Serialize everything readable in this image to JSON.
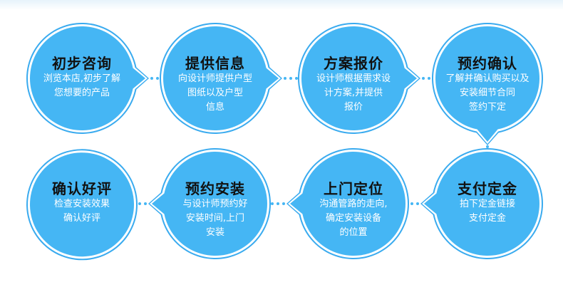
{
  "colors": {
    "fill": "#45b6f4",
    "ring": "#3aabef",
    "dots": "#45b6f4"
  },
  "steps": [
    {
      "title": "初步咨询",
      "lines": [
        "浏览本店,初步了解",
        "您想要的产品"
      ]
    },
    {
      "title": "提供信息",
      "lines": [
        "向设计师提供户型",
        "图纸以及户型",
        "信息"
      ]
    },
    {
      "title": "方案报价",
      "lines": [
        "设计师根据需求设",
        "计方案,并提供",
        "报价"
      ]
    },
    {
      "title": "预约确认",
      "lines": [
        "了解并确认购买以及",
        "安装细节合同",
        "签约下定"
      ]
    },
    {
      "title": "支付定金",
      "lines": [
        "拍下定金链接",
        "支付定金"
      ]
    },
    {
      "title": "上门定位",
      "lines": [
        "沟通管路的走向,",
        "确定安装设备",
        "的位置"
      ]
    },
    {
      "title": "预约安装",
      "lines": [
        "与设计师预约好",
        "安装时间,上门",
        "安装"
      ]
    },
    {
      "title": "确认好评",
      "lines": [
        "检查安装效果",
        "确认好评"
      ]
    }
  ]
}
